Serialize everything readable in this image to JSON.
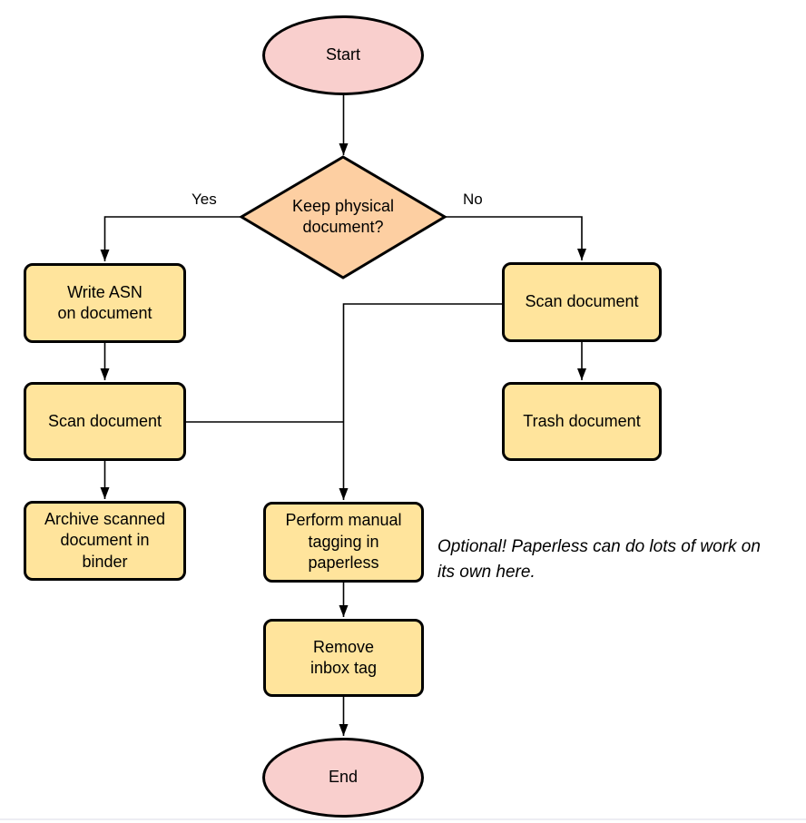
{
  "flow": {
    "nodes": {
      "start": {
        "label": "Start",
        "shape": "terminator"
      },
      "keep_physical": {
        "label": "Keep physical\ndocument?",
        "shape": "decision"
      },
      "write_asn": {
        "label": "Write ASN\non document",
        "shape": "process"
      },
      "scan_document_left": {
        "label": "Scan document",
        "shape": "process"
      },
      "archive_binder": {
        "label": "Archive scanned\ndocument in\nbinder",
        "shape": "process"
      },
      "scan_document_right": {
        "label": "Scan document",
        "shape": "process"
      },
      "trash_document": {
        "label": "Trash document",
        "shape": "process"
      },
      "manual_tagging": {
        "label": "Perform manual\ntagging in\npaperless",
        "shape": "process"
      },
      "remove_inbox_tag": {
        "label": "Remove\ninbox tag",
        "shape": "process"
      },
      "end": {
        "label": "End",
        "shape": "terminator"
      }
    },
    "edges": [
      {
        "from": "start",
        "to": "keep_physical",
        "label": ""
      },
      {
        "from": "keep_physical",
        "to": "write_asn",
        "label": "Yes"
      },
      {
        "from": "keep_physical",
        "to": "scan_document_right",
        "label": "No"
      },
      {
        "from": "write_asn",
        "to": "scan_document_left",
        "label": ""
      },
      {
        "from": "scan_document_left",
        "to": "archive_binder",
        "label": ""
      },
      {
        "from": "scan_document_right",
        "to": "trash_document",
        "label": ""
      },
      {
        "from": "scan_document_right",
        "to": "manual_tagging",
        "label": ""
      },
      {
        "from": "scan_document_left",
        "to": "manual_tagging",
        "label": ""
      },
      {
        "from": "manual_tagging",
        "to": "remove_inbox_tag",
        "label": ""
      },
      {
        "from": "remove_inbox_tag",
        "to": "end",
        "label": ""
      }
    ],
    "note": "Optional! Paperless can do lots of work on\nits own here.",
    "colors": {
      "terminator_fill": "#f9cfcd",
      "decision_fill": "#fdcfa2",
      "process_fill": "#ffe49c",
      "stroke": "#000000"
    }
  }
}
